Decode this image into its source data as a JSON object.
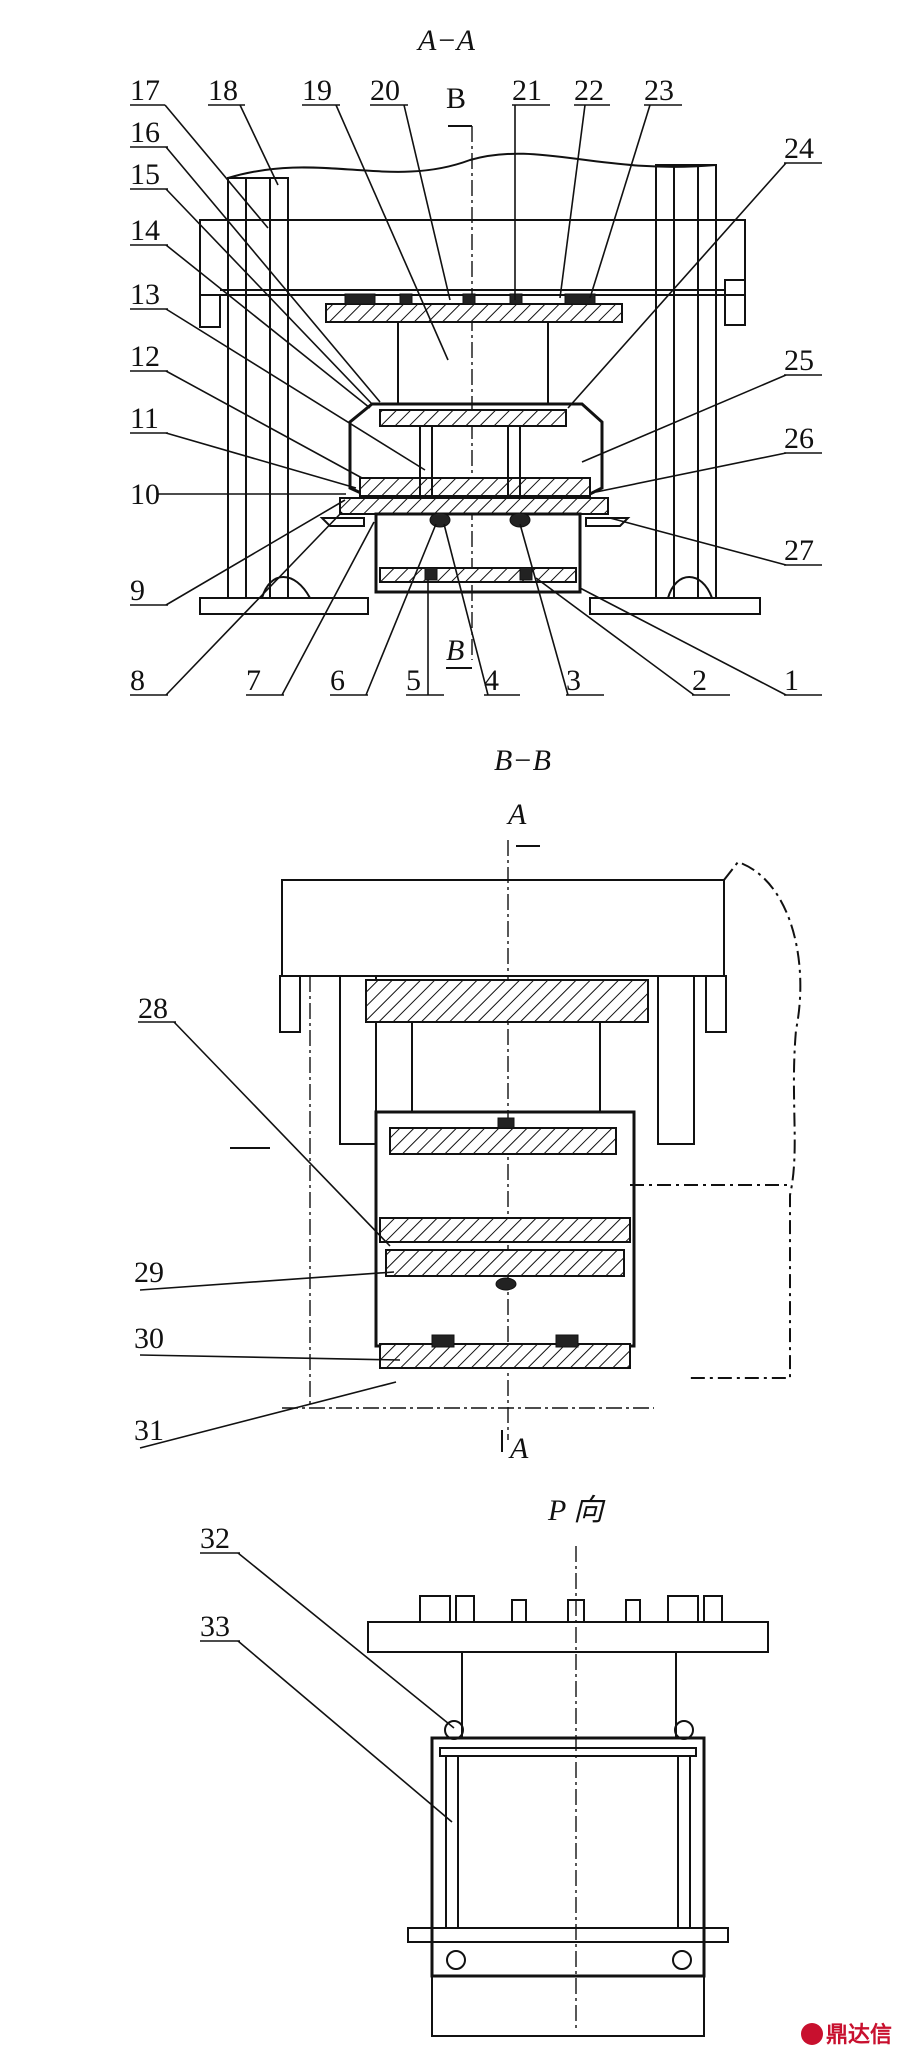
{
  "section_aa": {
    "title": "A−A",
    "cut_mark_top": "B",
    "cut_mark_bottom": "B",
    "callouts_top": [
      "17",
      "18",
      "19",
      "20",
      "21",
      "22",
      "23"
    ],
    "callouts_left": [
      "16",
      "15",
      "14",
      "13",
      "12",
      "11",
      "10",
      "9",
      "8"
    ],
    "callouts_right": [
      "24",
      "25",
      "26",
      "27"
    ],
    "callouts_bottom": [
      "7",
      "6",
      "5",
      "4",
      "3",
      "2",
      "1"
    ]
  },
  "section_bb": {
    "title": "B−B",
    "cut_mark_top": "A",
    "cut_mark_bottom": "A",
    "callouts": [
      "28",
      "29",
      "30",
      "31"
    ]
  },
  "view_p": {
    "title": "P 向",
    "callouts": [
      "32",
      "33"
    ]
  },
  "watermark": {
    "text": "鼎达信",
    "color": "#c8102e"
  }
}
